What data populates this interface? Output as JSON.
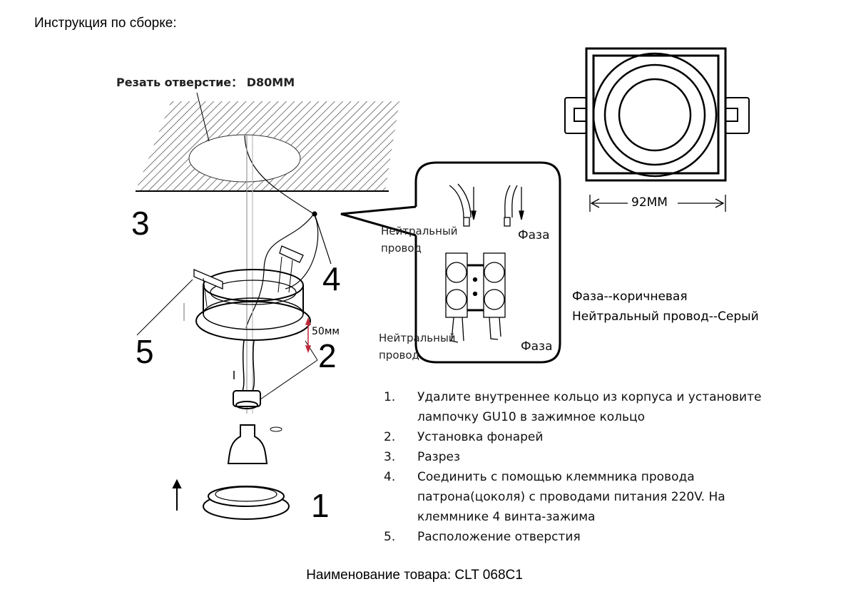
{
  "title": "Инструкция по сборке:",
  "cut_hole_label": "Резать отверстие： D80MM",
  "callout_numbers": [
    "1",
    "2",
    "3",
    "4",
    "5"
  ],
  "dimension_50": "50мм",
  "dimension_92": "92MM",
  "terminal_labels": {
    "neutral_top_1": "Нейтральный",
    "neutral_top_2": "провод",
    "phase_top": "Фаза",
    "neutral_bottom_1": "Нейтральный",
    "neutral_bottom_2": "провод",
    "phase_bottom": "Фаза"
  },
  "wire_legend": [
    "Фаза--коричневая",
    "Нейтральный провод--Серый"
  ],
  "steps": [
    {
      "num": "1.",
      "lines": [
        "Удалите внутреннее кольцо из корпуса и установите",
        "лампочку GU10 в зажимное кольцо"
      ]
    },
    {
      "num": "2.",
      "lines": [
        "Установка фонарей"
      ]
    },
    {
      "num": "3.",
      "lines": [
        "Разрез"
      ]
    },
    {
      "num": "4.",
      "lines": [
        "Соединить с помощью клеммника провода",
        "патрона(цоколя) с проводами питания 220V. На",
        "клеммнике 4 винта-зажима"
      ]
    },
    {
      "num": "5.",
      "lines": [
        "Расположение отверстия"
      ]
    }
  ],
  "product_name": "Наименование товара: CLT 068C1",
  "colors": {
    "dimension_arrow": "#c0283a",
    "ink": "#000000"
  }
}
